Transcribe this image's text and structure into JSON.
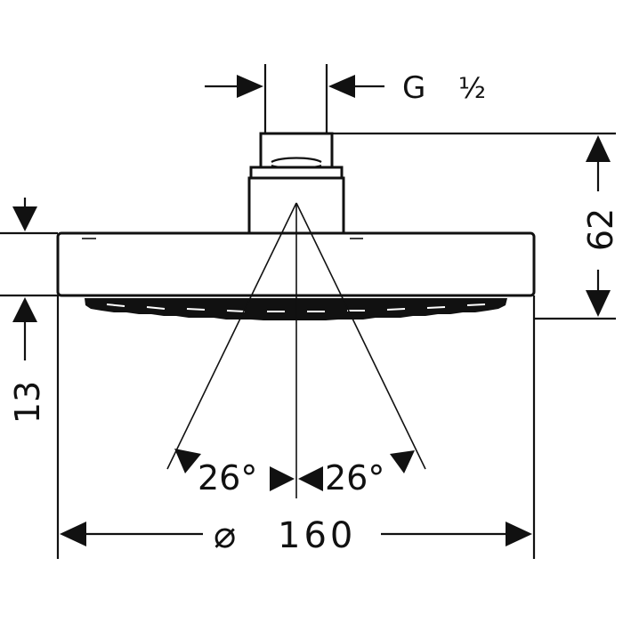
{
  "drawing": {
    "thread_label": "G",
    "thread_size": "½",
    "height_label": "62",
    "head_thickness_label": "13",
    "angle_left_label": "26°",
    "angle_right_label": "26°",
    "diameter_symbol": "⌀",
    "diameter_value": "160"
  },
  "colors": {
    "line": "#111111",
    "background": "#ffffff"
  }
}
